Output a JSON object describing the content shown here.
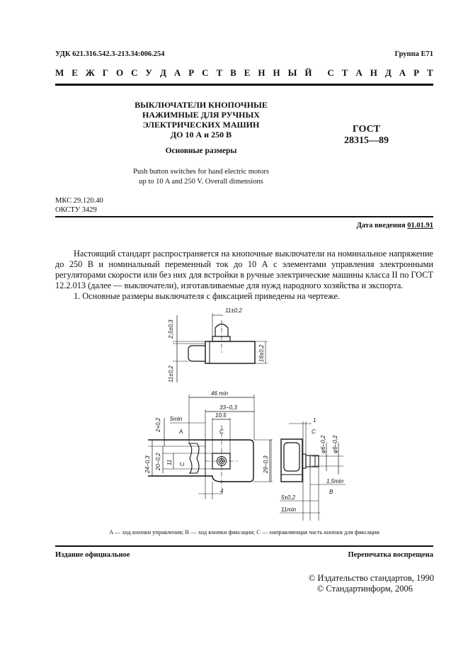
{
  "header": {
    "udk": "УДК 621.316.542.3-213.34:006.254",
    "group": "Группа Е71",
    "standard_type_letters": [
      "М",
      "Е",
      "Ж",
      "Г",
      "О",
      "С",
      "У",
      "Д",
      "А",
      "Р",
      "С",
      "Т",
      "В",
      "Е",
      "Н",
      "Н",
      "Ы",
      "Й",
      " ",
      "С",
      "Т",
      "А",
      "Н",
      "Д",
      "А",
      "Р",
      "Т"
    ]
  },
  "title": {
    "lines": [
      "ВЫКЛЮЧАТЕЛИ КНОПОЧНЫЕ",
      "НАЖИМНЫЕ ДЛЯ РУЧНЫХ",
      "ЭЛЕКТРИЧЕСКИХ МАШИН",
      "ДО 10 А и 250 В"
    ],
    "subtitle": "Основные размеры",
    "english": [
      "Push button switches for hand electric motors",
      "up to 10 A and 250 V. Overall dimensions"
    ],
    "gost_label": "ГОСТ",
    "gost_number": "28315—89"
  },
  "classification": {
    "mks": "МКС 29.120.40",
    "okstu": "ОКСТУ 3429"
  },
  "intro_date": {
    "label": "Дата введения",
    "value": "01.01.91"
  },
  "body": {
    "paragraph1": "Настоящий стандарт распространяется на кнопочные выключатели на номинальное напряжение до 250 В и номинальный переменный ток до 10 А с элементами управления электронными регуляторами скорости или без них для встройки в ручные электрические машины класса II по ГОСТ 12.2.013 (далее — выключатели), изготавливаемые для нужд народного хозяйства и экспорта.",
    "paragraph2": "1. Основные размеры выключателя с фиксацией приведены на чертеже."
  },
  "drawing": {
    "dims": {
      "top_width": "11±0,2",
      "top_button": "2,5±0,3",
      "top_lever": "11±0,2",
      "top_height": "16±0,2",
      "len_46": "46 min",
      "len_33": "33−0,3",
      "len_5": "5min",
      "len_105": "10,5",
      "h_2": "2+0,2",
      "h_24": "24−0,3",
      "h_20": "20−0,2",
      "h_11": "11",
      "h_29": "29−0,3",
      "w_4": "4",
      "side_1": "1",
      "side_d6": "φ6−0,2",
      "side_d9": "φ9−0,2",
      "side_15": "1,5min",
      "side_5": "5±0,2",
      "side_11": "11min",
      "mark_a": "A",
      "mark_b": "B",
      "mark_c": "C"
    },
    "caption": "A — ход кнопки управления; B — ход кнопки фиксации; C — направляющая часть кнопки для фиксации"
  },
  "footer": {
    "left": "Издание официальное",
    "right": "Перепечатка воспрещена",
    "copyright1": "©  Издательство стандартов, 1990",
    "copyright2": "©  Стандартинформ, 2006"
  }
}
